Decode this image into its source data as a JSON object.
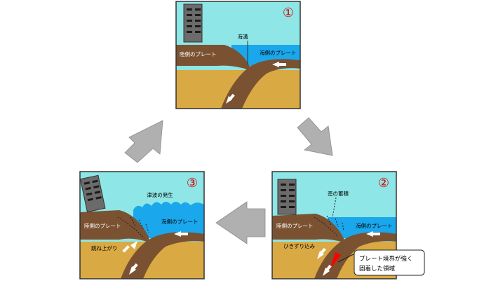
{
  "panels": [
    {
      "number": "①",
      "labels": {
        "trench": "海溝",
        "land_plate": "陸側のプレート",
        "ocean_plate": "海側のプレート"
      }
    },
    {
      "number": "②",
      "labels": {
        "strain": "歪の蓄積",
        "land_plate": "陸側のプレート",
        "ocean_plate": "海側のプレート",
        "drag": "ひきずり込み"
      },
      "callout": [
        "プレート境界が強く",
        "固着した領域"
      ]
    },
    {
      "number": "③",
      "labels": {
        "tsunami": "津波の発生",
        "land_plate": "陸側のプレート",
        "ocean_plate": "海側のプレート",
        "rebound": "跳ね上がり"
      }
    }
  ],
  "colors": {
    "sky": "#8ee6e6",
    "sea": "#1aa7ec",
    "plate": "#7a5232",
    "mantle": "#d9a944",
    "building": "#6b6b6b",
    "cycle_arrow": "#b0b0b0",
    "locked_zone": "#ff0000",
    "number": "#e00000"
  }
}
